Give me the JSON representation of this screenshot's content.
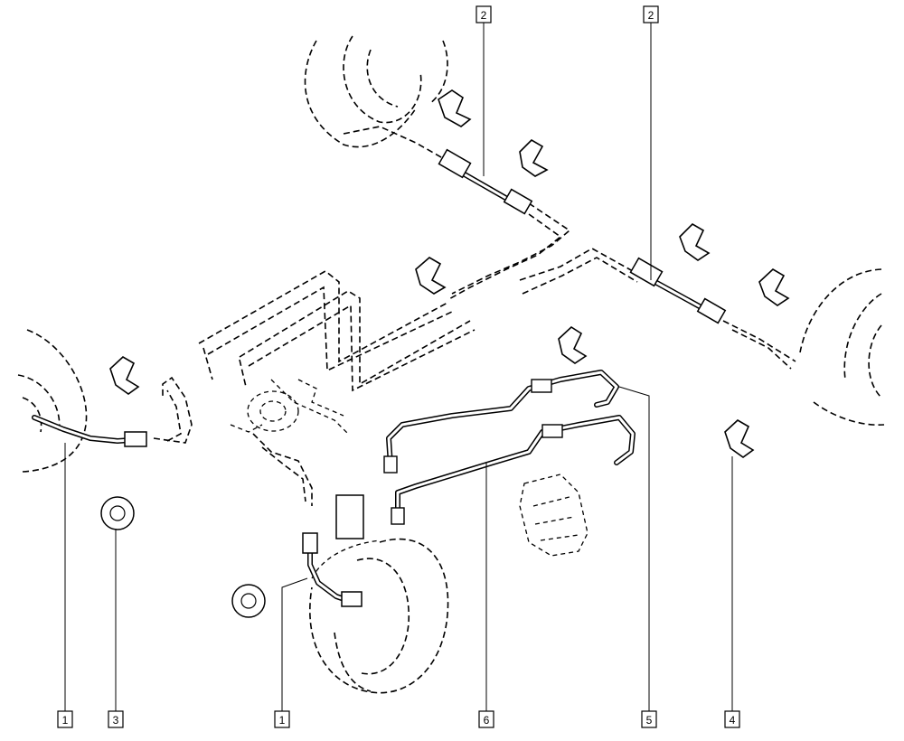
{
  "callouts": [
    {
      "label": "2"
    },
    {
      "label": "2"
    },
    {
      "label": "1"
    },
    {
      "label": "3"
    },
    {
      "label": "1"
    },
    {
      "label": "6"
    },
    {
      "label": "5"
    },
    {
      "label": "4"
    }
  ],
  "colors": {
    "ink": "#000000",
    "background": "#ffffff"
  }
}
